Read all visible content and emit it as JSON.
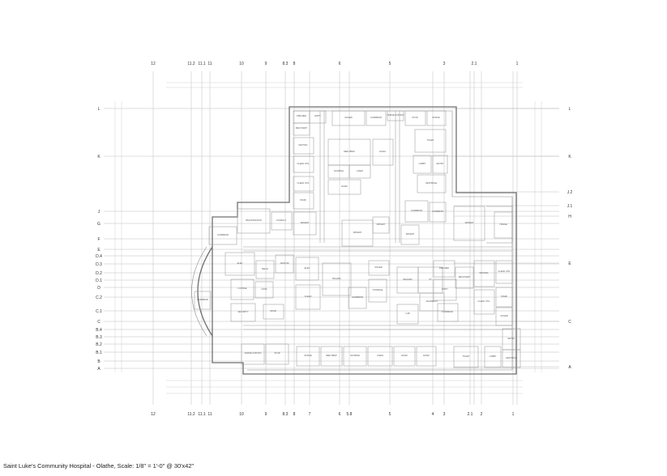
{
  "caption": "Saint Luke's Community Hospital - Olathe, Scale: 1/8\" = 1'-0\" @ 30'x42\"",
  "grid_top": [
    "12",
    "11.2",
    "11.1",
    "11",
    "10",
    "9",
    "8.3",
    "8",
    "6",
    "5",
    "3",
    "2.1",
    "1"
  ],
  "grid_bottom": [
    "12",
    "11.2",
    "11.1",
    "11",
    "10",
    "9",
    "8.3",
    "8",
    "7",
    "6",
    "5.8",
    "5",
    "4",
    "3",
    "2.1",
    "2",
    "1"
  ],
  "grid_left": [
    "L",
    "K",
    "J",
    "G",
    "F",
    "E",
    "D.4",
    "D.3",
    "D.2",
    "D.1",
    "D",
    "C.2",
    "C.1",
    "C",
    "B.4",
    "B.3",
    "B.2",
    "B.1",
    "B",
    "A"
  ],
  "grid_right": [
    "L",
    "K",
    "J.2",
    "J.1",
    "H",
    "E",
    "C",
    "A"
  ],
  "rooms": [
    "PRE-MED",
    "DIRTY",
    "RECOVERY",
    "WAITING",
    "CLEAN UTIL",
    "CLEAN UTIL",
    "STAFF",
    "SOILED",
    "CORRIDOR",
    "NURSE STATION",
    "STOR",
    "OFFICE",
    "MED PREP",
    "NOURISH",
    "LINEN",
    "EXAM",
    "EXAM",
    "TOILET",
    "LOBBY",
    "ENTRY",
    "VESTIBULE",
    "CORRIDOR",
    "CORRIDOR",
    "REGISTRATION",
    "CONSULT",
    "PATIENT",
    "PATIENT",
    "PATIENT",
    "PATIENT",
    "PATIENT",
    "TRIAGE",
    "ELEC",
    "MECH",
    "JANITOR",
    "LOUNGE",
    "CONF",
    "SECURITY",
    "STAIR",
    "ELEV",
    "TRAUMA",
    "SOILED",
    "CLEAN",
    "CORRIDOR",
    "STORAGE",
    "IMAGING",
    "CT",
    "LAB",
    "PHARMACY"
  ]
}
